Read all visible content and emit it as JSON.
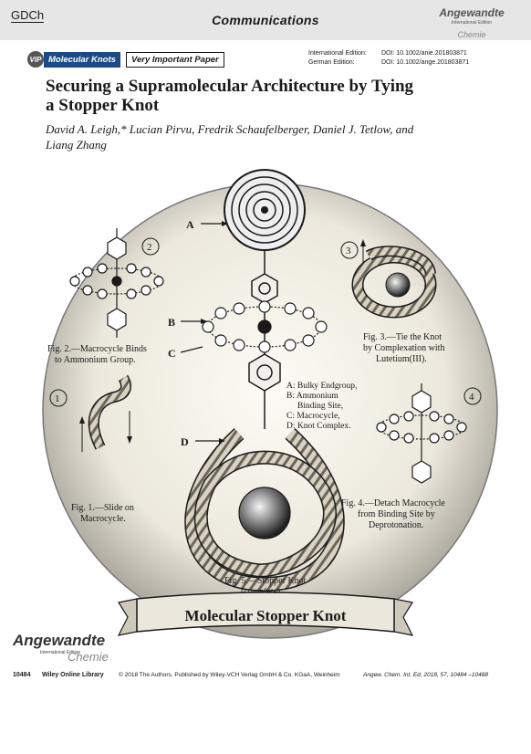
{
  "header": {
    "publisher_logo": "GDCh",
    "section": "Communications",
    "journal_logo_main": "Angewandte",
    "journal_logo_sub": "International Edition",
    "journal_logo_chemie": "Chemie"
  },
  "tags": {
    "vip_badge": "VIP",
    "subject": "Molecular Knots",
    "label": "Very Important Paper"
  },
  "doi": [
    {
      "label": "International Edition:",
      "value": "DOI: 10.1002/anie.201803871"
    },
    {
      "label": "German Edition:",
      "value": "DOI: 10.1002/ange.201803871"
    }
  ],
  "article": {
    "title_line1": "Securing a Supramolecular Architecture by Tying",
    "title_line2": "a Stopper Knot",
    "authors_line1": "David A. Leigh,* Lucian Pirvu, Fredrik Schaufelberger, Daniel J. Tetlow, and",
    "authors_line2": "Liang Zhang"
  },
  "figure": {
    "banner": "Molecular Stopper Knot",
    "letter_a": "A",
    "letter_b": "B",
    "letter_c": "C",
    "letter_d": "D",
    "num_1": "1",
    "num_2": "2",
    "num_3": "3",
    "num_4": "4",
    "key": [
      "A: Bulky Endgroup,",
      "B: Ammonium",
      "Binding Site,",
      "C: Macrocycle,",
      "D: Knot Complex."
    ],
    "fig1": [
      "Fig. 1.—Slide on",
      "Macrocycle."
    ],
    "fig2": [
      "Fig. 2.—Macrocycle Binds",
      "to Ammonium Group."
    ],
    "fig3": [
      "Fig. 3.—Tie the Knot",
      "by Complexation with",
      "Lutetium(III)."
    ],
    "fig4": [
      "Fig. 4.—Detach Macrocycle",
      "from Binding Site by",
      "Deprotonation."
    ],
    "fig5": [
      "Fig. 5.—Stopper Knot",
      "(complete)."
    ]
  },
  "footer": {
    "logo_main": "Angewandte",
    "logo_sub": "International Edition",
    "logo_chemie": "Chemie",
    "page": "10484",
    "library": "Wiley Online Library",
    "copyright": "© 2018 The Authors. Published by Wiley-VCH Verlag GmbH & Co. KGaA, Weinheim",
    "citation": "Angew. Chem. Int. Ed. 2018, 57, 10484 –10488"
  }
}
